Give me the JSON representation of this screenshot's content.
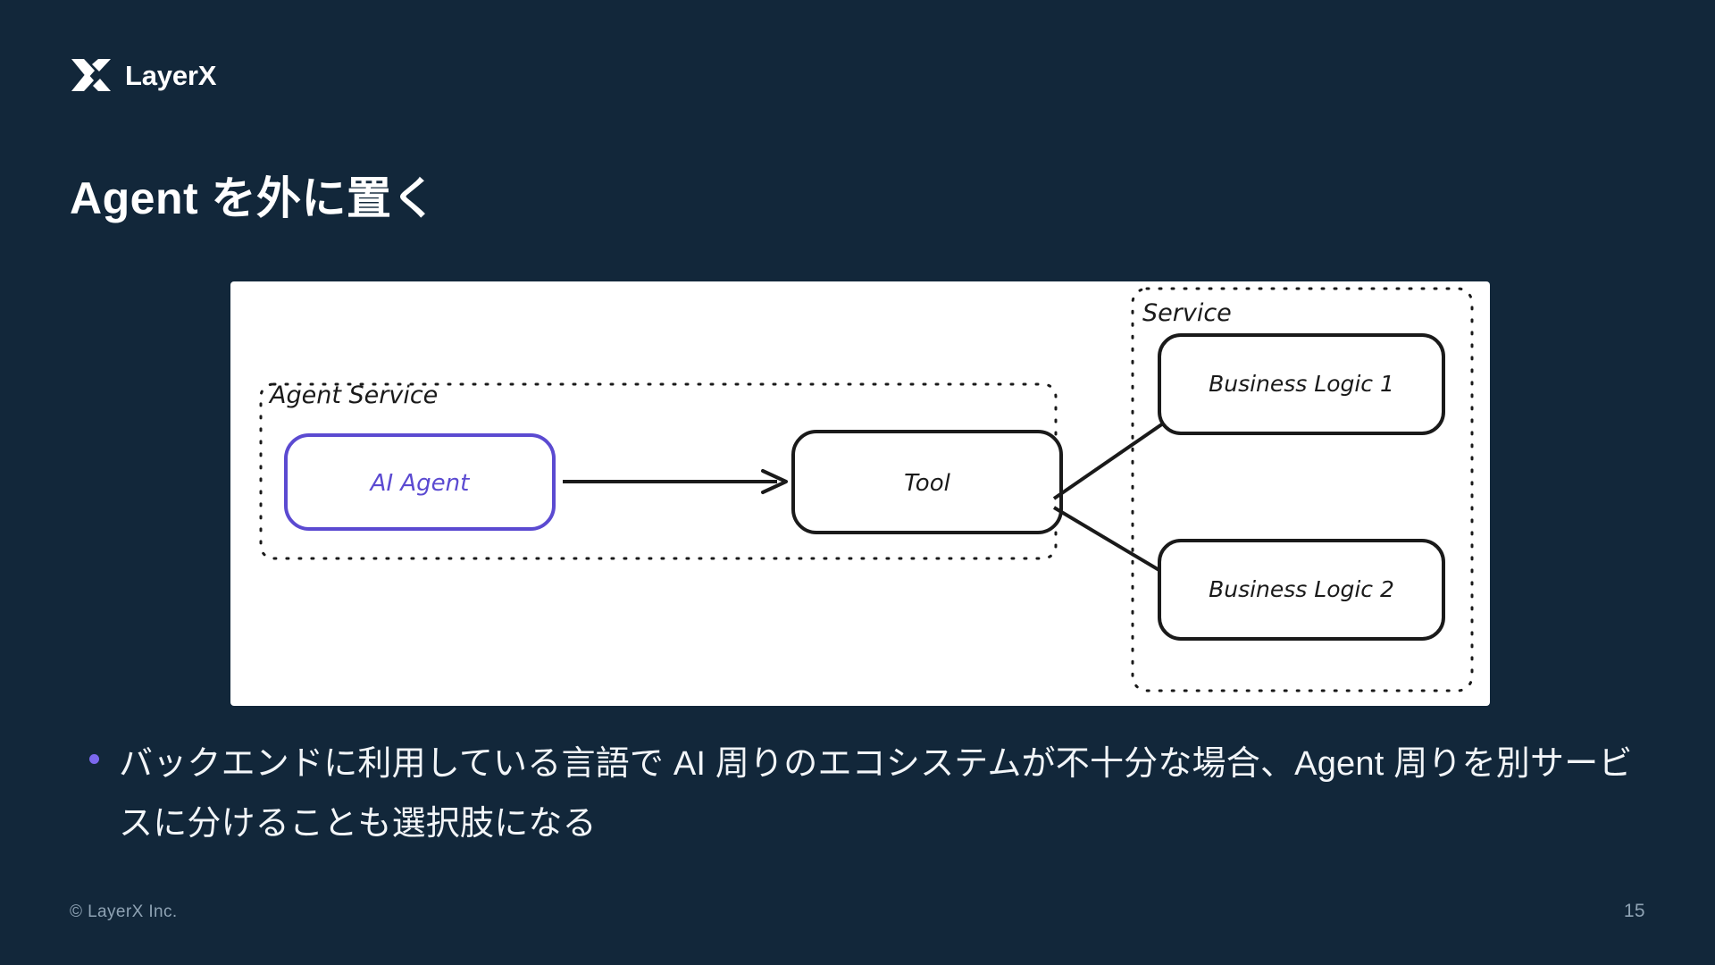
{
  "slide": {
    "background_color": "#12273a",
    "title": "Agent を外に置く",
    "page_number": "15",
    "copyright": "© LayerX Inc."
  },
  "brand": {
    "name": "LayerX",
    "logo_icon": "layerx-x-mark-icon",
    "logo_color": "#ffffff"
  },
  "diagram": {
    "canvas_color": "#ffffff",
    "accent_color": "#5b4ad1",
    "stroke_color": "#1a1a1a",
    "groups": [
      {
        "id": "agent-service",
        "label": "Agent Service",
        "border_style": "dotted"
      },
      {
        "id": "service",
        "label": "Service",
        "border_style": "dotted"
      }
    ],
    "nodes": [
      {
        "id": "ai-agent",
        "label": "AI Agent",
        "color": "#5b4ad1",
        "group": "agent-service"
      },
      {
        "id": "tool",
        "label": "Tool",
        "color": "#1a1a1a",
        "group": "agent-service"
      },
      {
        "id": "business-logic-1",
        "label": "Business Logic 1",
        "color": "#1a1a1a",
        "group": "service"
      },
      {
        "id": "business-logic-2",
        "label": "Business Logic 2",
        "color": "#1a1a1a",
        "group": "service"
      }
    ],
    "edges": [
      {
        "from": "ai-agent",
        "to": "tool"
      },
      {
        "from": "tool",
        "to": "business-logic-1"
      },
      {
        "from": "tool",
        "to": "business-logic-2"
      }
    ]
  },
  "body": {
    "bullet_color": "#7b68ee",
    "bullet_text": "バックエンドに利用している言語で AI 周りのエコシステムが不十分な場合、Agent 周りを別サービスに分けることも選択肢になる"
  }
}
